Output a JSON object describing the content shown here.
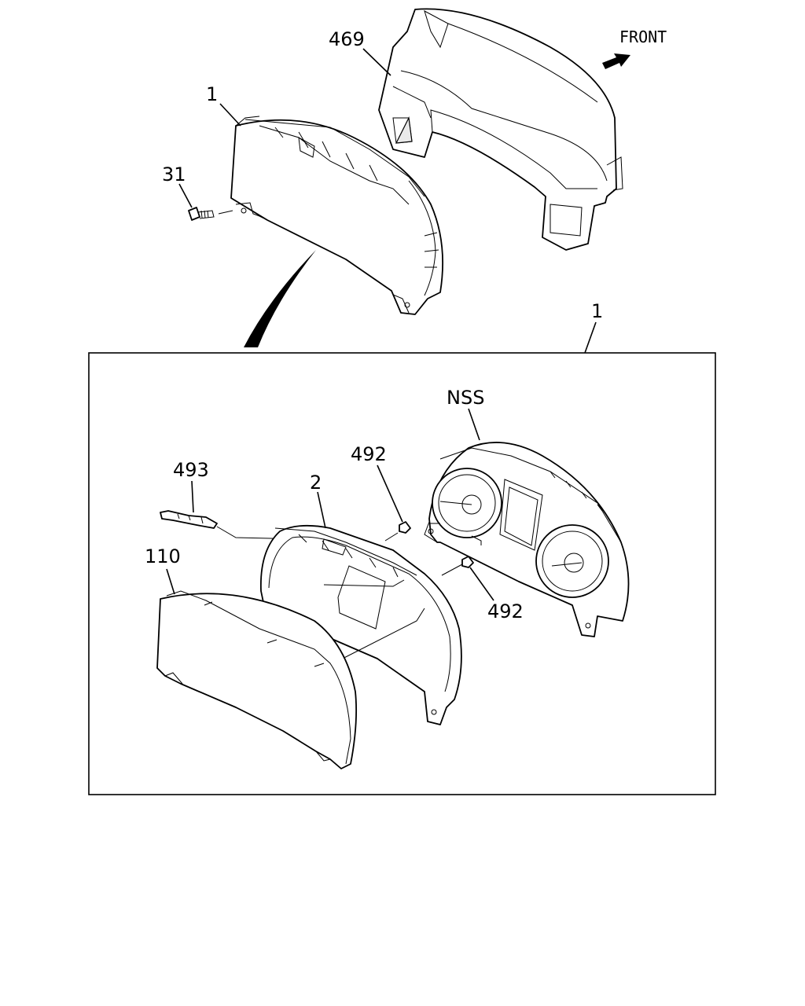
{
  "orientation_label": "FRONT",
  "callouts": {
    "bezel": "469",
    "cluster_top": "1",
    "screw": "31",
    "cluster_box_ref": "1",
    "nss": "NSS",
    "clip_upper": "492",
    "clip_lower": "492",
    "harness": "493",
    "case": "2",
    "lens": "110"
  },
  "icons": [
    "front-arrow-icon"
  ]
}
